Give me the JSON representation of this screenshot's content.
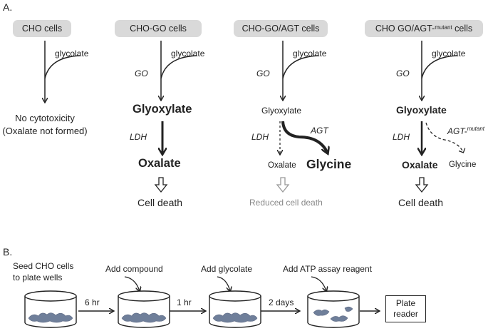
{
  "panel_a": {
    "label": "A.",
    "columns": [
      {
        "header": "CHO cells",
        "substrate": "glycolate",
        "outcome_line1": "No cytotoxicity",
        "outcome_line2": "(Oxalate not formed)"
      },
      {
        "header": "CHO-GO cells",
        "substrate": "glycolate",
        "enzyme_go": "GO",
        "intermediate": "Glyoxylate",
        "enzyme_ldh": "LDH",
        "product": "Oxalate",
        "outcome": "Cell death"
      },
      {
        "header": "CHO-GO/AGT cells",
        "substrate": "glycolate",
        "enzyme_go": "GO",
        "intermediate": "Glyoxylate",
        "enzyme_ldh": "LDH",
        "enzyme_agt": "AGT",
        "product": "Oxalate",
        "alt_product": "Glycine",
        "outcome": "Reduced cell death"
      },
      {
        "header_main": "CHO GO/AGT-",
        "header_sup": "mutant",
        "header_tail": " cells",
        "substrate": "glycolate",
        "enzyme_go": "GO",
        "intermediate": "Glyoxylate",
        "enzyme_ldh": "LDH",
        "enzyme_agt_main": "AGT-",
        "enzyme_agt_sup": "mutant",
        "product": "Oxalate",
        "alt_product": "Glycine",
        "outcome": "Cell death"
      }
    ]
  },
  "panel_b": {
    "label": "B.",
    "step1_line1": "Seed CHO cells",
    "step1_line2": "to plate wells",
    "step2": "Add compound",
    "step3": "Add glycolate",
    "step4": "Add ATP assay reagent",
    "time1": "6 hr",
    "time2": "1 hr",
    "time3": "2 days",
    "reader_line1": "Plate",
    "reader_line2": "reader"
  },
  "colors": {
    "pill": "#d9d9d9",
    "cells": "#6f7f9a",
    "faded_text": "#888888"
  }
}
